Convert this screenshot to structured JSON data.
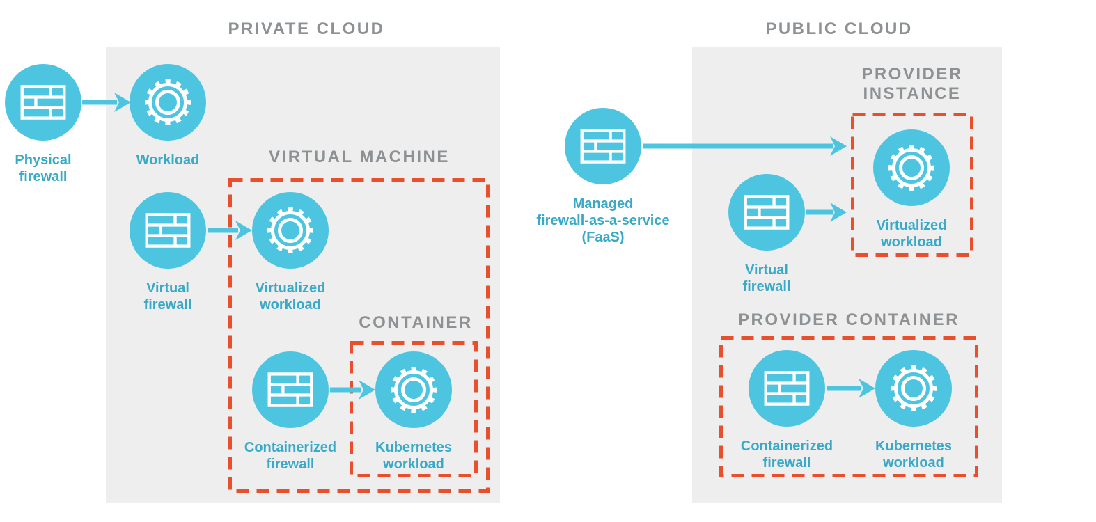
{
  "colors": {
    "page_bg": "#ffffff",
    "panel_bg": "#eeeeef",
    "node_fill": "#4ec5e0",
    "arrow": "#4ec5e0",
    "label_text": "#38a9c7",
    "title_text": "#8d9193",
    "dashed_border": "#e8502d",
    "icon_stroke": "#ffffff"
  },
  "private_cloud": {
    "title": "PRIVATE CLOUD",
    "groups": {
      "virtual_machine": "VIRTUAL MACHINE",
      "container": "CONTAINER"
    },
    "nodes": {
      "physical_firewall": "Physical\nfirewall",
      "workload": "Workload",
      "virtual_firewall": "Virtual\nfirewall",
      "virtualized_workload": "Virtualized\nworkload",
      "containerized_firewall": "Containerized\nfirewall",
      "kubernetes_workload": "Kubernetes\nworkload"
    }
  },
  "public_cloud": {
    "title": "PUBLIC CLOUD",
    "groups": {
      "provider_instance": "PROVIDER\nINSTANCE",
      "provider_container": "PROVIDER CONTAINER"
    },
    "nodes": {
      "managed_faas": "Managed\nfirewall-as-a-service\n(FaaS)",
      "virtual_firewall": "Virtual\nfirewall",
      "virtualized_workload": "Virtualized\nworkload",
      "containerized_firewall": "Containerized\nfirewall",
      "kubernetes_workload": "Kubernetes\nworkload"
    }
  },
  "edges": [
    {
      "from": "physical_firewall",
      "to": "workload",
      "section": "private_cloud"
    },
    {
      "from": "virtual_firewall",
      "to": "virtualized_workload",
      "section": "private_cloud"
    },
    {
      "from": "containerized_firewall",
      "to": "kubernetes_workload",
      "section": "private_cloud"
    },
    {
      "from": "managed_faas",
      "to": "virtualized_workload",
      "section": "public_cloud"
    },
    {
      "from": "virtual_firewall",
      "to": "virtualized_workload",
      "section": "public_cloud"
    },
    {
      "from": "containerized_firewall",
      "to": "kubernetes_workload",
      "section": "public_cloud"
    }
  ]
}
